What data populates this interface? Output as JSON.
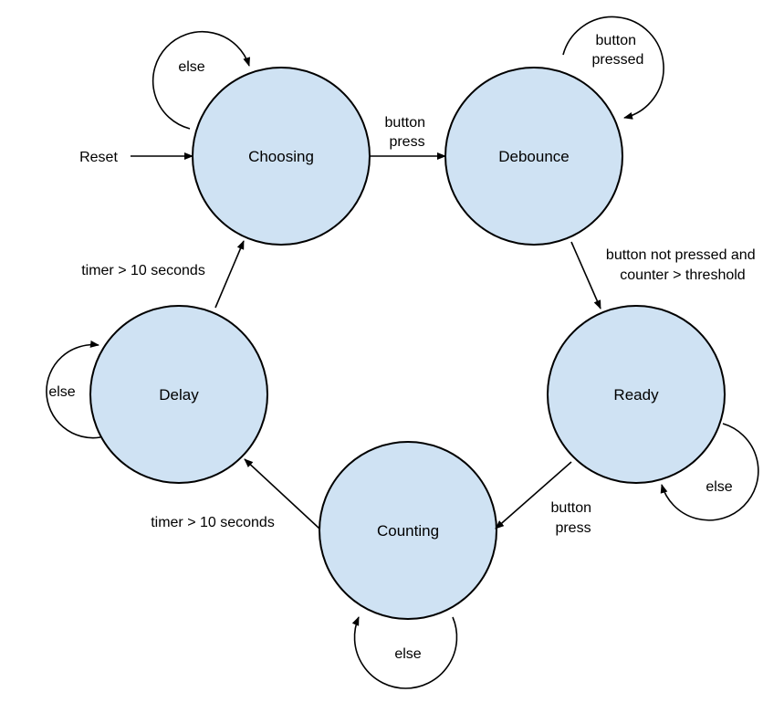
{
  "colors": {
    "state_fill": "#cfe2f3",
    "stroke": "#000000",
    "background": "#ffffff"
  },
  "states": {
    "choosing": "Choosing",
    "debounce": "Debounce",
    "ready": "Ready",
    "counting": "Counting",
    "delay": "Delay"
  },
  "edges": {
    "reset": "Reset",
    "choosing_self": "else",
    "choosing_to_debounce": [
      "button",
      "press"
    ],
    "debounce_self": [
      "button",
      "pressed"
    ],
    "debounce_to_ready": [
      "button not pressed and",
      "counter > threshold"
    ],
    "ready_self": "else",
    "ready_to_counting": [
      "button",
      "press"
    ],
    "counting_self": "else",
    "counting_to_delay": "timer > 10 seconds",
    "delay_self": "else",
    "delay_to_choosing": "timer > 10 seconds"
  }
}
